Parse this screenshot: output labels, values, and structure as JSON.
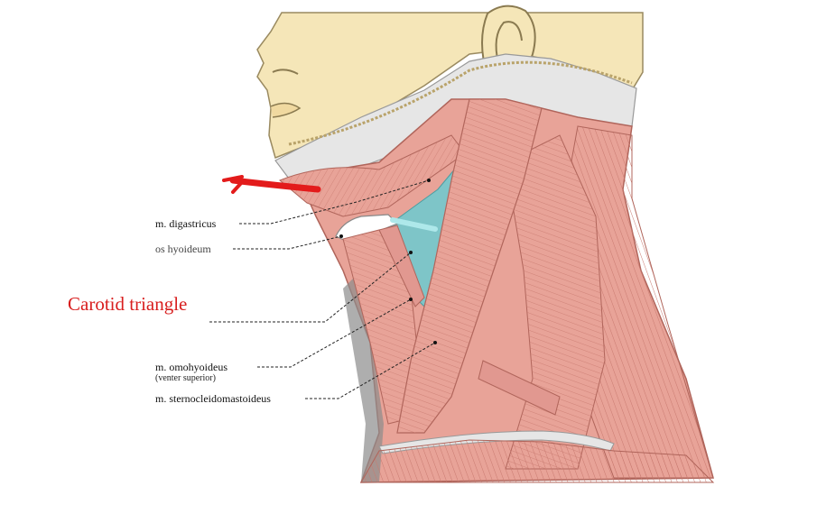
{
  "labels": {
    "digastricus": "m. digastricus",
    "hyoideum": "os hyoideum",
    "carotid": "Carotid triangle",
    "omohyoideus": "m. omohyoideus",
    "venter": "(venter superior)",
    "sternocleido": "m. sternocleidomastoideus"
  },
  "colors": {
    "skin": "#f5e6b8",
    "bone": "#e6e6e6",
    "muscle": "#e8a398",
    "muscle_line": "#b0655b",
    "triangle": "#7ec5c8",
    "hyoid": "#ffffff",
    "arrow": "#e31b1b",
    "label_red": "#d81e1e"
  }
}
